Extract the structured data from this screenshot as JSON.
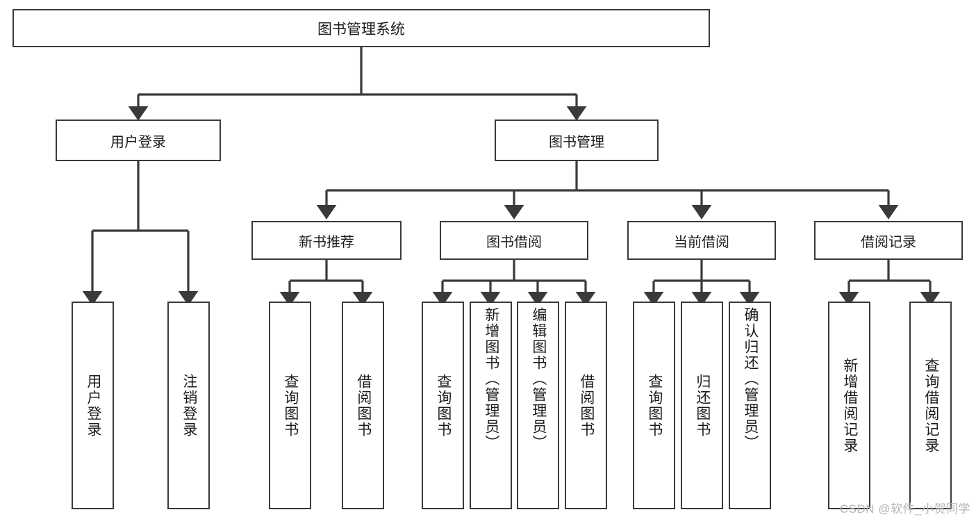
{
  "diagram": {
    "title": "图书管理系统",
    "type": "hierarchy-tree",
    "line_color": "#3a3a3a",
    "box_fill": "#ffffff",
    "text_color": "#1c1c1c",
    "watermark": "CSDN @软件_小贺同学"
  },
  "nodes": {
    "root": {
      "label": "图书管理系统"
    },
    "level2": [
      {
        "label": "用户登录"
      },
      {
        "label": "图书管理"
      }
    ],
    "level3": [
      {
        "label": "新书推荐"
      },
      {
        "label": "图书借阅"
      },
      {
        "label": "当前借阅"
      },
      {
        "label": "借阅记录"
      }
    ],
    "leaves": {
      "user_login": [
        {
          "label": "用户登录"
        },
        {
          "label": "注销登录"
        }
      ],
      "new_book": [
        {
          "label": "查询图书"
        },
        {
          "label": "借阅图书"
        }
      ],
      "book_borrow": [
        {
          "label": "查询图书"
        },
        {
          "label": "新增图书（管理员）"
        },
        {
          "label": "编辑图书（管理员）"
        },
        {
          "label": "借阅图书"
        }
      ],
      "current_borrow": [
        {
          "label": "查询图书"
        },
        {
          "label": "归还图书"
        },
        {
          "label": "确认归还（管理员）"
        }
      ],
      "borrow_record": [
        {
          "label": "新增借阅记录"
        },
        {
          "label": "查询借阅记录"
        }
      ]
    }
  }
}
